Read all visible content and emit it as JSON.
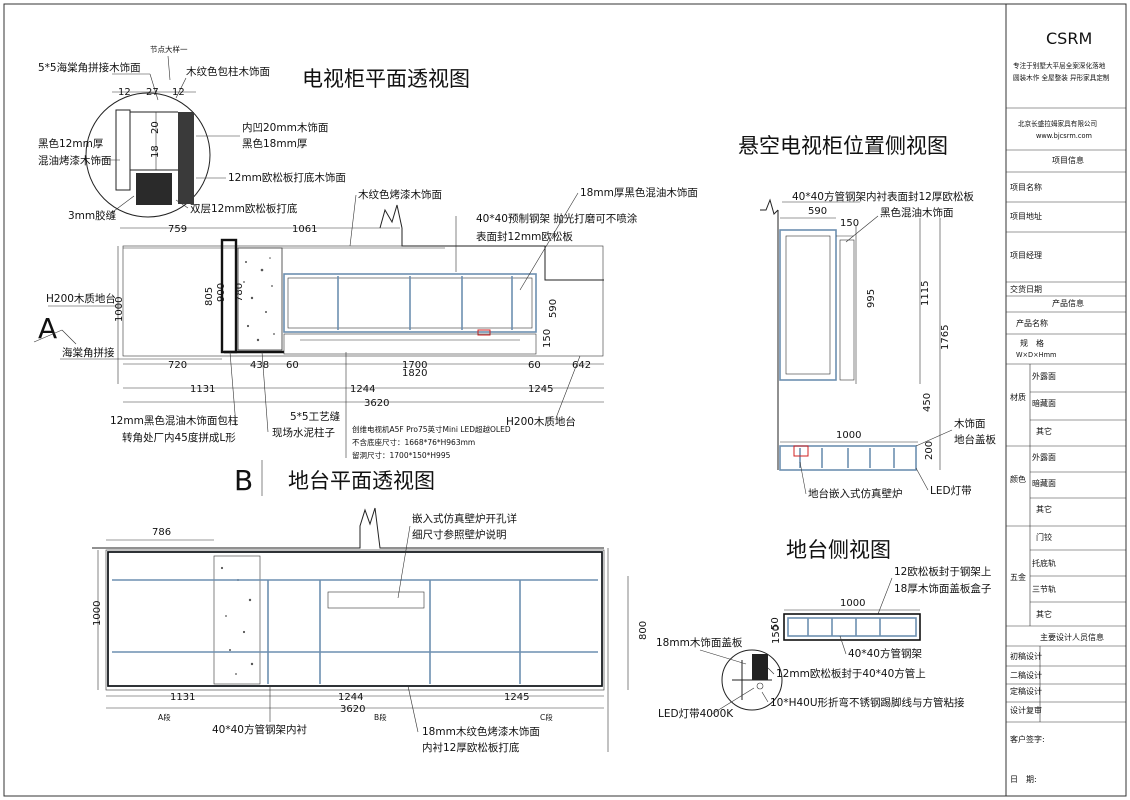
{
  "titles": {
    "tv_plan": "电视柜平面透视图",
    "hearth_plan": "地台平面透视图",
    "tv_side": "悬空电视柜位置侧视图",
    "hearth_side": "地台侧视图"
  },
  "detail": {
    "node_label": "节点大样一",
    "ann_top_left": "5*5海棠角拼接木饰面",
    "ann_top_right": "木纹色包柱木饰面",
    "ann_left_1": "黑色12mm厚",
    "ann_left_2": "混油烤漆木饰面",
    "ann_right_1": "内凹20mm木饰面",
    "ann_right_2": "黑色18mm厚",
    "ann_right_3": "12mm欧松板打底木饰面",
    "ann_glue": "3mm胶缝",
    "ann_double": "双层12mm欧松板打底",
    "dim_12a": "12",
    "dim_27": "27",
    "dim_12b": "12",
    "dim_20": "20",
    "dim_18": "18"
  },
  "tv_plan": {
    "ann_wood_paint": "木纹色烤漆木饰面",
    "ann_steel_1": "40*40预制钢架 抛光打磨可不喷涂",
    "ann_steel_2": "表面封12mm欧松板",
    "ann_black18": "18mm厚黑色混油木饰面",
    "ann_h200_left": "H200木质地台",
    "ann_seam": "海棠角拼接",
    "ann_pillar_1": "12mm黑色混油木饰面包柱",
    "ann_pillar_2": "转角处厂内45度拼成L形",
    "ann_gap": "5*5工艺缝",
    "ann_concrete": "现场水泥柱子",
    "ann_h200_right": "H200木质地台",
    "tv_info_1": "创维电视机A5F Pro75英寸Mini LED超越OLED",
    "tv_info_2": "不含底座尺寸：1668*76*H963mm",
    "tv_info_3": "留洞尺寸：1700*150*H995",
    "section_a": "A",
    "section_b": "B",
    "d_759": "759",
    "d_1061": "1061",
    "d_1000": "1000",
    "d_805": "805",
    "d_900": "900",
    "d_780": "780",
    "d_590": "590",
    "d_150": "150",
    "d_720": "720",
    "d_438": "438",
    "d_60a": "60",
    "d_1700": "1700",
    "d_1820": "1820",
    "d_60b": "60",
    "d_642": "642",
    "d_1131": "1131",
    "d_1244": "1244",
    "d_1245": "1245",
    "d_3620": "3620"
  },
  "hearth_plan": {
    "ann_fireplace_1": "嵌入式仿真壁炉开孔详",
    "ann_fireplace_2": "细尺寸参照壁炉说明",
    "ann_steel_inner": "40*40方管钢架内衬",
    "ann_wood18_1": "18mm木纹色烤漆木饰面",
    "ann_wood18_2": "内衬12厚欧松板打底",
    "d_786": "786",
    "d_1000": "1000",
    "d_800": "800",
    "d_1131": "1131",
    "d_1244": "1244",
    "d_1245": "1245",
    "d_3620": "3620",
    "seg_a": "A段",
    "seg_b": "B段",
    "seg_c": "C段"
  },
  "tv_side": {
    "ann_tube_1": "40*40方管钢架内衬表面封12厚欧松板",
    "ann_black": "黑色混油木饰面",
    "ann_wood_1": "木饰面",
    "ann_wood_2": "地台盖板",
    "ann_fireplace": "地台嵌入式仿真壁炉",
    "ann_led": "LED灯带",
    "d_590": "590",
    "d_150": "150",
    "d_995": "995",
    "d_1115": "1115",
    "d_1765": "1765",
    "d_450": "450",
    "d_200": "200",
    "d_1000": "1000"
  },
  "hearth_side": {
    "ann_osb_1": "12欧松板封于钢架上",
    "ann_osb_2": "18厚木饰面盖板盒子",
    "ann_wood18": "18mm木饰面盖板",
    "ann_tube": "40*40方管钢架",
    "ann_osb_tube": "12mm欧松板封于40*40方管上",
    "ann_led": "LED灯带4000K",
    "ann_kick": "10*H40U形折弯不锈钢踢脚线与方管粘接",
    "d_1000": "1000",
    "d_50": "50",
    "d_150": "150"
  },
  "title_block": {
    "brand": "CSRM",
    "slogan_1": "专注于别墅大平层全案深化落地",
    "slogan_2": "圆装木作 全屋整装 异形家具定制",
    "company": "北京长盛拉姆家具有限公司",
    "website": "www.bjcsrm.com",
    "project_info": "项目信息",
    "project_name": "项目名称",
    "project_address": "项目地址",
    "project_manager": "项目经理",
    "delivery_date": "交货日期",
    "product_info": "产品信息",
    "product_name": "产品名称",
    "spec_1": "规　格",
    "spec_2": "W×D×Hmm",
    "material": "材质",
    "exposed": "外露面",
    "hidden": "暗藏面",
    "other": "其它",
    "color": "颜色",
    "color_exposed": "外露面",
    "color_hidden": "暗藏面",
    "color_other": "其它",
    "hardware": "五金",
    "hinge": "门铰",
    "bottom_rail": "托底轨",
    "three_rail": "三节轨",
    "hw_other": "其它",
    "designers": "主要设计人员信息",
    "first_design": "初稿设计",
    "second_design": "二稿设计",
    "final_design": "定稿设计",
    "review": "设计复审",
    "client_sign": "客户签字:",
    "date": "日　期:"
  }
}
